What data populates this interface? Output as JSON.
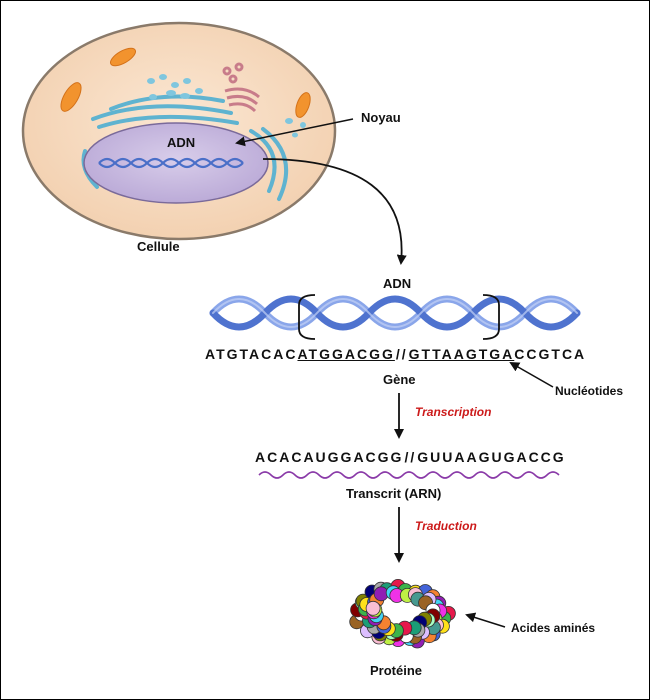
{
  "labels": {
    "adn_cell": "ADN",
    "noyau": "Noyau",
    "cellule": "Cellule",
    "adn_helix": "ADN",
    "gene": "Gène",
    "nucleotides": "Nucléotides",
    "transcription": "Transcription",
    "transcrit": "Transcrit (ARN)",
    "traduction": "Traduction",
    "acides": "Acides aminés",
    "proteine": "Protéine"
  },
  "dna_sequence": {
    "prefix": "ATGTACAC",
    "gene_left": "ATGGACGG",
    "break": "//",
    "gene_right": "GTTAAGTGA",
    "suffix": "CCGTCA"
  },
  "rna_sequence": {
    "left": "ACACAUGGACGG",
    "break": "//",
    "right": "GUUAAGUGACCG"
  },
  "colors": {
    "cytoplasm": "#f6dcc4",
    "nucleus": "#cbbde0",
    "dna": "#5a7fd6",
    "rna": "#8a3aa8",
    "accent_red": "#cc1a1a",
    "mitochondria": "#f2932e"
  }
}
